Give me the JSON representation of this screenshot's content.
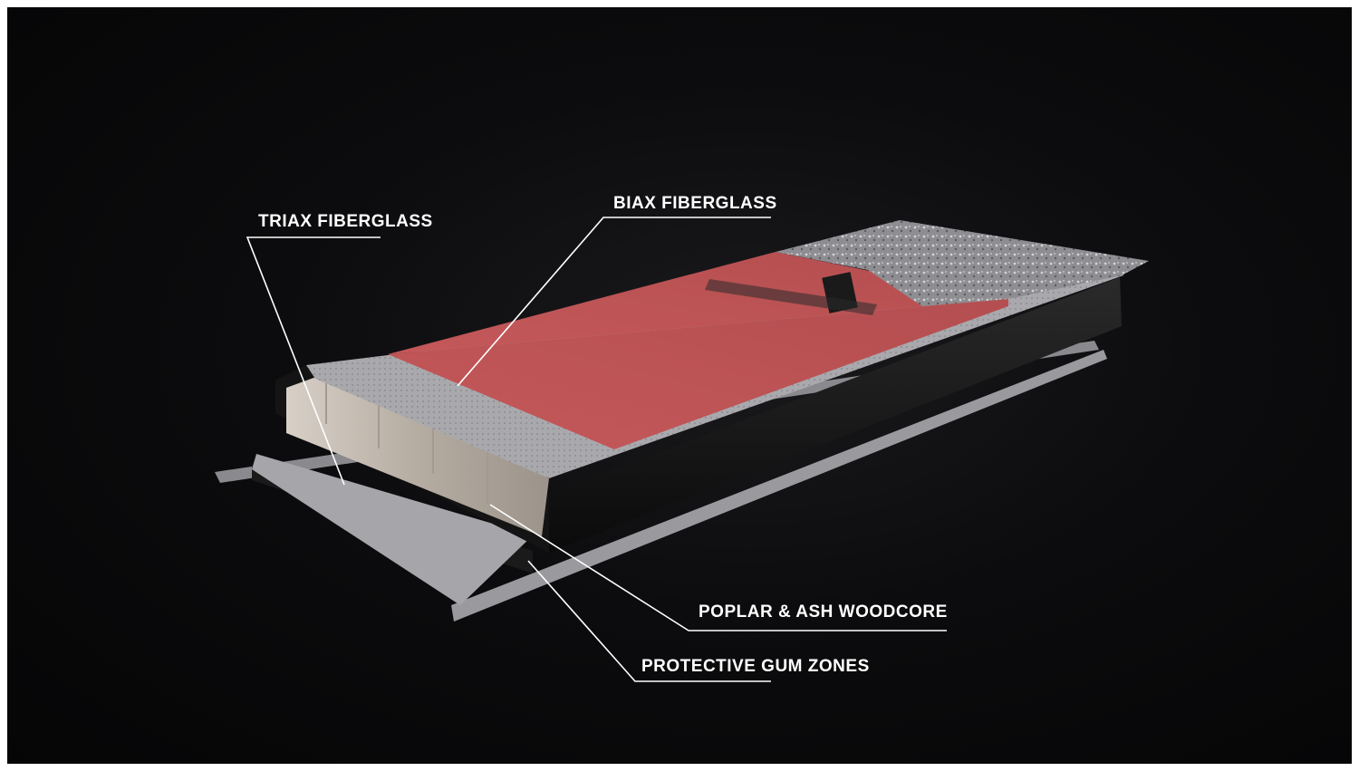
{
  "labels": {
    "triax": "TRIAX FIBERGLASS",
    "biax": "BIAX FIBERGLASS",
    "woodcore": "POPLAR & ASH WOODCORE",
    "gum": "PROTECTIVE GUM ZONES"
  },
  "colors": {
    "background": "#0c0c0e",
    "topsheet": "#c25a5a",
    "biax_layer": "#a8a8ac",
    "woodcore": "#b8aea4",
    "sidewall": "#111111",
    "leader_line": "#ffffff"
  },
  "icons": {
    "topsheet_logo": "skier-silhouette-icon"
  }
}
